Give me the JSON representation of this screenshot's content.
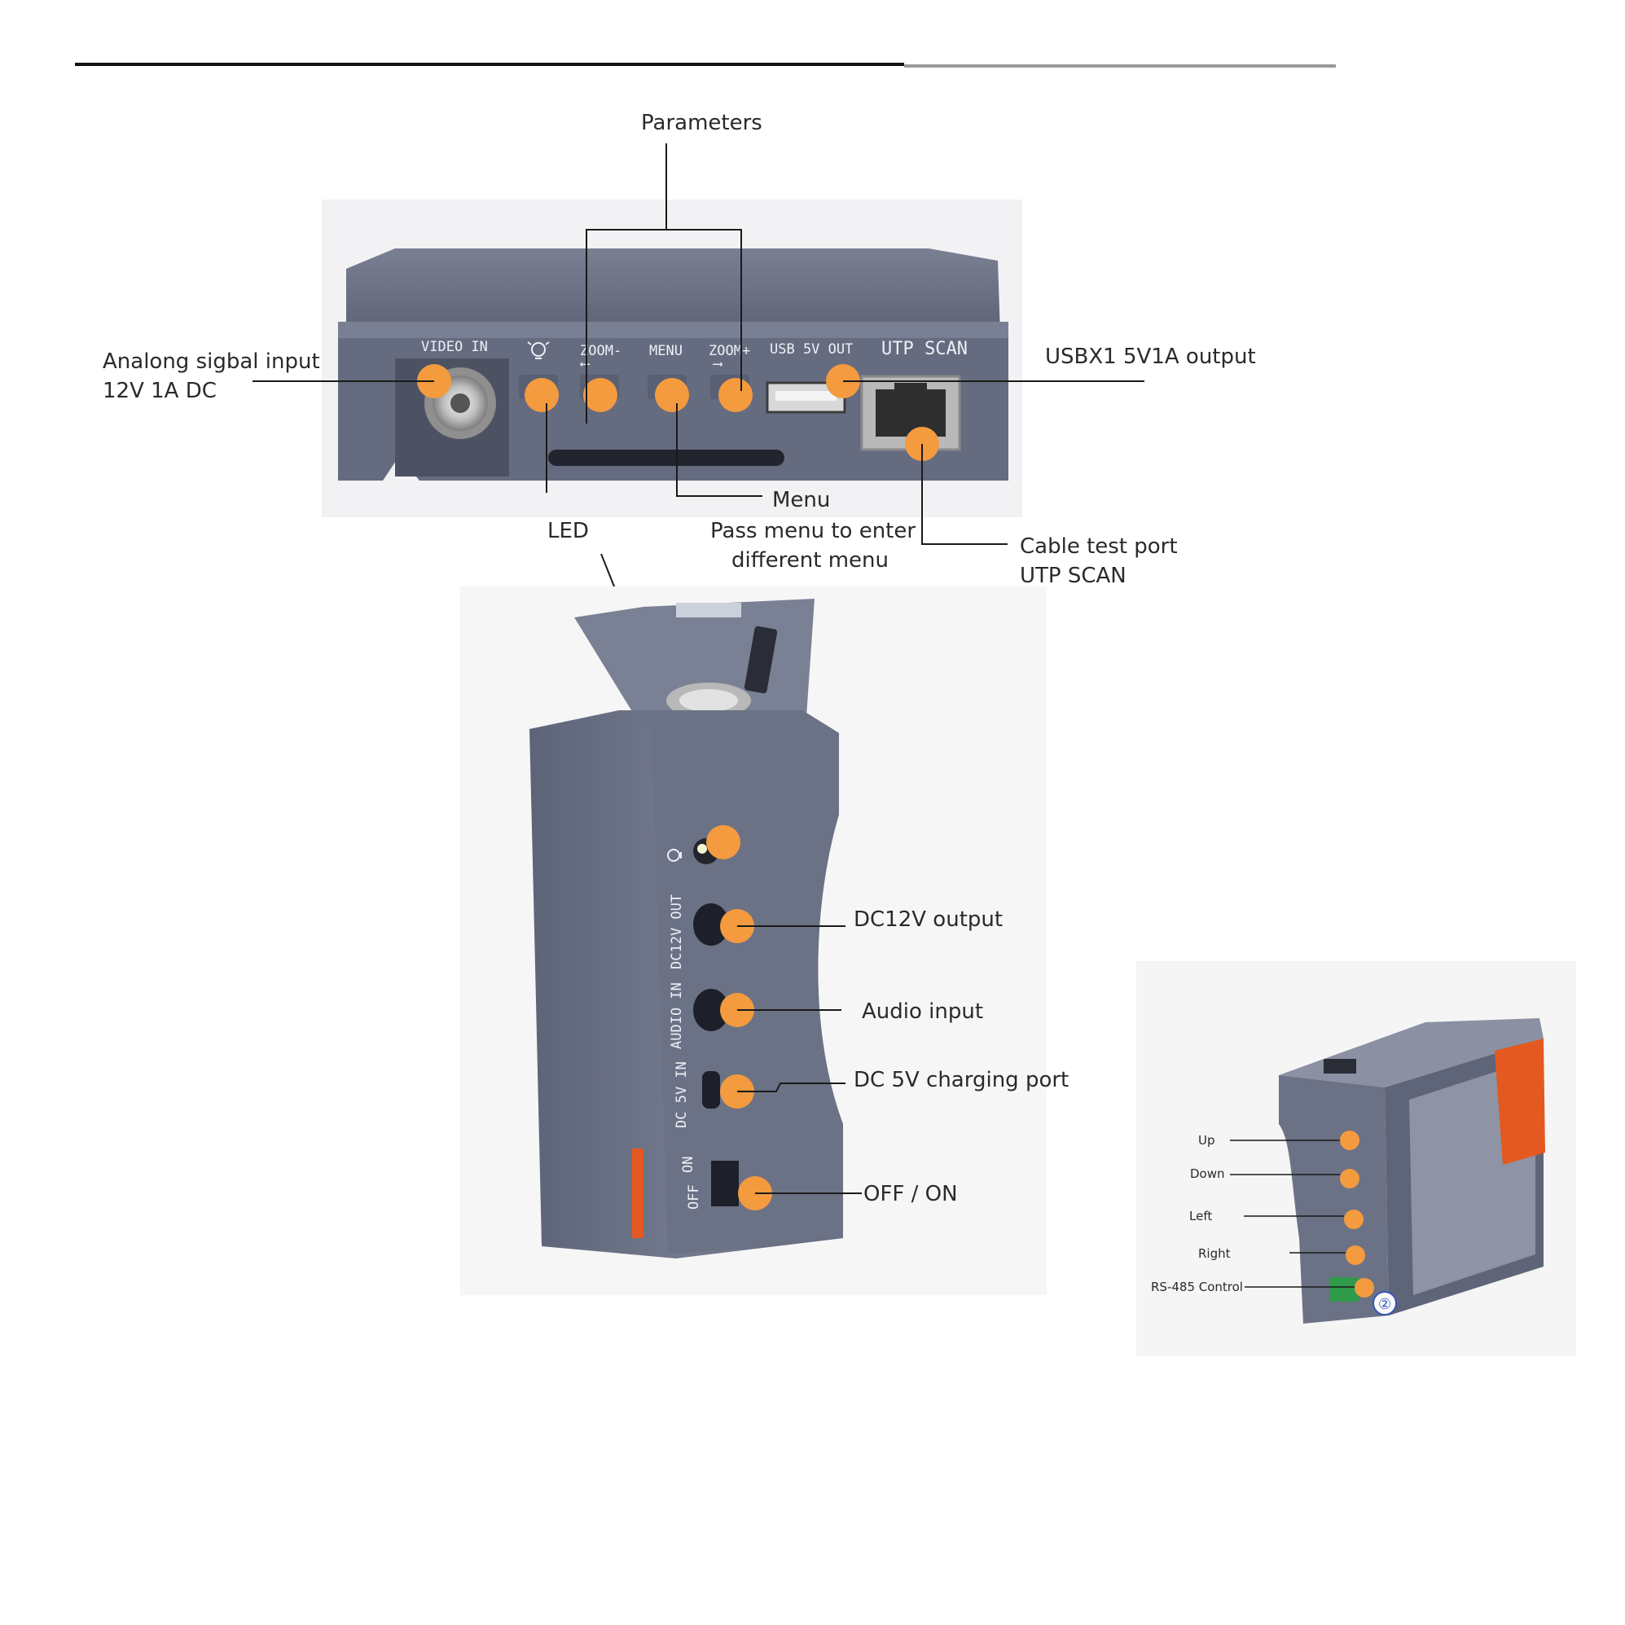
{
  "colors": {
    "device_body": "#6f7588",
    "device_dark": "#5a6073",
    "callout_dot": "#f49a3f",
    "accent_orange": "#e3591f",
    "terminal_green": "#2f9a4a"
  },
  "top_view": {
    "callouts": {
      "parameters": "Parameters",
      "analog_input_line1": "Analong sigbal input",
      "analog_input_line2": "12V 1A DC",
      "usb_output": "USBX1  5V1A output",
      "menu_title": "Menu",
      "menu_desc_line1": "Pass menu to enter",
      "menu_desc_line2": "different menu",
      "led": "LED",
      "cable_test_line1": "Cable test port",
      "cable_test_line2": "UTP SCAN"
    },
    "panel_labels": {
      "video_in": "VIDEO IN",
      "zoom_minus": "ZOOM-",
      "menu": "MENU",
      "zoom_plus": "ZOOM+",
      "usb_5v_out": "USB 5V OUT",
      "utp_scan": "UTP SCAN"
    }
  },
  "side_view": {
    "callouts": {
      "dc12v_output": "DC12V output",
      "audio_input": "Audio input",
      "dc5v_charging": "DC 5V charging port",
      "off_on": "OFF / ON"
    },
    "panel_labels": {
      "dc12v_out": "DC12V OUT",
      "audio_in": "AUDIO IN",
      "dc5v_in": "DC 5V IN",
      "on": "ON",
      "off": "OFF"
    }
  },
  "back_view": {
    "callouts": {
      "up": "Up",
      "down": "Down",
      "left": "Left",
      "right": "Right",
      "rs485": "RS-485 Control"
    },
    "badge": "②"
  }
}
